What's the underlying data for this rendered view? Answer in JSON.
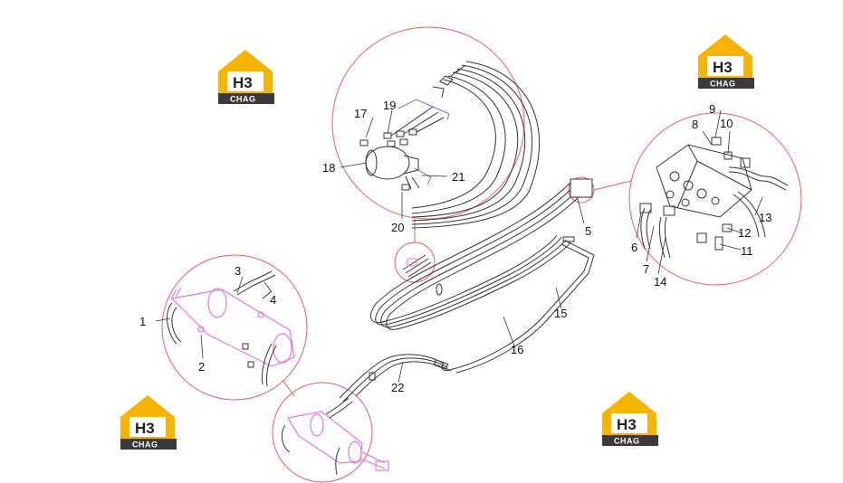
{
  "callouts": [
    "1",
    "2",
    "3",
    "4",
    "5",
    "6",
    "7",
    "8",
    "9",
    "10",
    "11",
    "12",
    "13",
    "14",
    "15",
    "16",
    "17",
    "18",
    "19",
    "20",
    "21",
    "22"
  ],
  "logo": {
    "mark": "H3",
    "text": "CHAG"
  },
  "colors": {
    "circle": "#e0606a",
    "part": "#e07ad8",
    "line": "#333333",
    "leader": "#4a55c8",
    "logo_yellow": "#f4b400",
    "logo_bar": "#3a3a3a"
  }
}
